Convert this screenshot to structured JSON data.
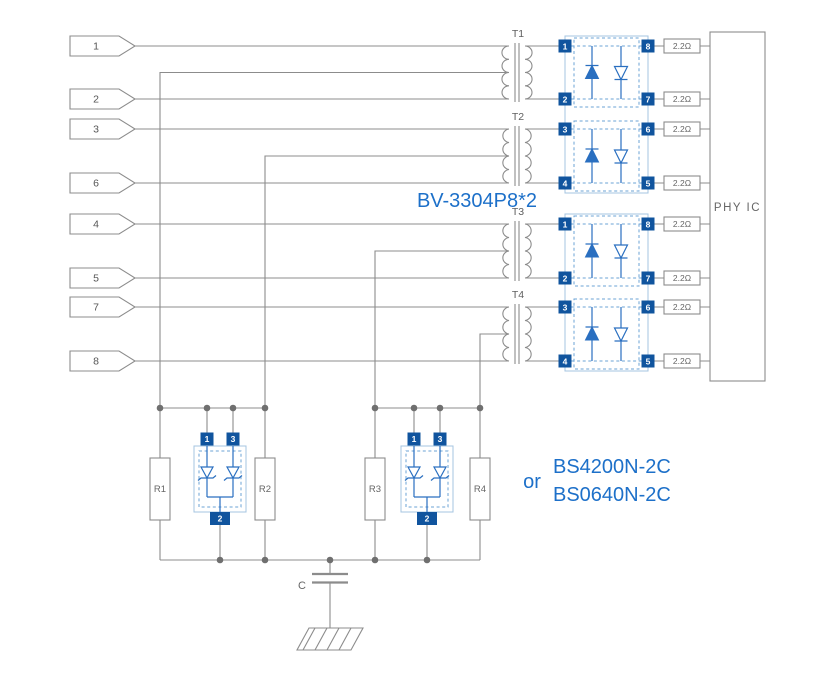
{
  "labels": {
    "transformer_part": "BV-3304P8*2",
    "or": "or",
    "tvs_part_line1": "BS4200N-2C",
    "tvs_part_line2": "BS0640N-2C",
    "phy": "PHY IC",
    "capacitor": "C",
    "series_resistor": "2.2Ω"
  },
  "connectors": [
    "1",
    "2",
    "3",
    "6",
    "4",
    "5",
    "7",
    "8"
  ],
  "transformers": [
    "T1",
    "T2",
    "T3",
    "T4"
  ],
  "diode_array": {
    "left_pins": [
      "1",
      "2",
      "3",
      "4"
    ],
    "right_pins": [
      "8",
      "7",
      "6",
      "5"
    ]
  },
  "tvs_device": {
    "top_left_pin": "1",
    "top_right_pin": "3",
    "bottom_pin": "2"
  },
  "shunt_resistors": [
    "R1",
    "R2",
    "R3",
    "R4"
  ],
  "colors": {
    "wire": "#8c8c8c",
    "accent_blue": "#1d70c9",
    "pin_fill": "#10549e",
    "device_blue": "#2a6fc0"
  }
}
